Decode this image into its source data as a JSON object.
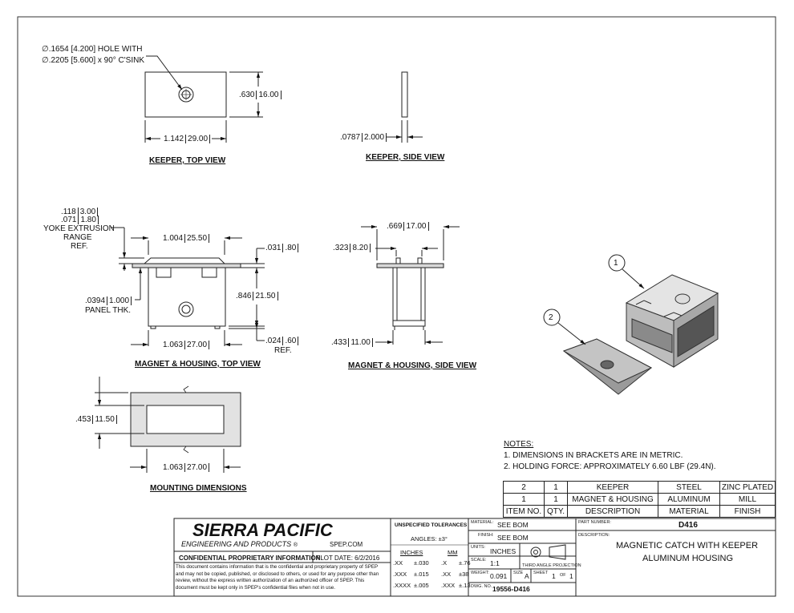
{
  "views": {
    "keeper_top": {
      "title": "KEEPER, TOP VIEW",
      "hole_note_1": "∅.1654 [4.200] HOLE WITH",
      "hole_note_2": "∅.2205 [5.600] x 90° C'SINK",
      "width_in": "1.142",
      "width_mm": "29.00",
      "height_in": ".630",
      "height_mm": "16.00"
    },
    "keeper_side": {
      "title": "KEEPER, SIDE VIEW",
      "thk_in": ".0787",
      "thk_mm": "2.000"
    },
    "housing_top": {
      "title": "MAGNET & HOUSING, TOP VIEW",
      "yoke_a_in": ".118",
      "yoke_a_mm": "3.00",
      "yoke_b_in": ".071",
      "yoke_b_mm": "1.80",
      "yoke_label_1": "YOKE EXTRUSION",
      "yoke_label_2": "RANGE",
      "yoke_label_3": "REF.",
      "top_in": "1.004",
      "top_mm": "25.50",
      "flange_in": ".031",
      "flange_mm": ".80",
      "panel_in": ".0394",
      "panel_mm": "1.000",
      "panel_label": "PANEL THK.",
      "height_in": ".846",
      "height_mm": "21.50",
      "bottom_in": ".024",
      "bottom_mm": ".60",
      "bottom_ref": "REF.",
      "width_in": "1.063",
      "width_mm": "27.00"
    },
    "housing_side": {
      "title": "MAGNET & HOUSING, SIDE VIEW",
      "top_in": ".669",
      "top_mm": "17.00",
      "inner_in": ".323",
      "inner_mm": "8.20",
      "height_in": ".433",
      "height_mm": "11.00"
    },
    "mounting": {
      "title": "MOUNTING DIMENSIONS",
      "height_in": ".453",
      "height_mm": "11.50",
      "width_in": "1.063",
      "width_mm": "27.00"
    },
    "iso": {
      "balloon_1": "1",
      "balloon_2": "2"
    }
  },
  "notes": {
    "title": "NOTES:",
    "items": [
      "1.   DIMENSIONS IN BRACKETS ARE IN METRIC.",
      "2.   HOLDING FORCE: APPROXIMATELY 6.60 LBF (29.4N)."
    ]
  },
  "bom": {
    "rows": [
      [
        "2",
        "1",
        "KEEPER",
        "STEEL",
        "ZINC PLATED"
      ],
      [
        "1",
        "1",
        "MAGNET & HOUSING",
        "ALUMINUM",
        "MILL"
      ]
    ],
    "header": [
      "ITEM NO.",
      "QTY.",
      "DESCRIPTION",
      "MATERIAL",
      "FINISH"
    ]
  },
  "title_block": {
    "company": "SIERRA PACIFIC",
    "company_sub": "ENGINEERING AND PRODUCTS",
    "registered": "®",
    "website": "SPEP.COM",
    "confidential": "CONFIDENTIAL PROPRIETARY INFORMATION",
    "plot_label": "PLOT DATE:",
    "plot_date": "6/2/2016",
    "disclaimer": "This document contains information that is the confidential and proprietary property of SPEP and may not be copied, published, or disclosed to others, or used for any purpose other than review, without the express written authorization of an authorized officer of SPEP. This document must be kept only in SPEP's confidential files when not in use.",
    "tol_title": "UNSPECIFIED TOLERANCES",
    "angles": "ANGLES: ±3°",
    "inches_label": "INCHES",
    "mm_label": "MM",
    "tol_rows": [
      [
        ".XX",
        "±.030",
        ".X",
        "±.76"
      ],
      [
        ".XXX",
        "±.015",
        ".XX",
        "±38"
      ],
      [
        ".XXXX",
        "±.005",
        ".XXX",
        "±.13"
      ]
    ],
    "material_label": "MATERIAL:",
    "material": "SEE BOM",
    "finish_label": "FINISH:",
    "finish": "SEE BOM",
    "units_label": "UNITS:",
    "units": "INCHES",
    "scale_label": "SCALE:",
    "scale": "1:1",
    "projection": "THIRD ANGLE PROJECTION",
    "weight_label": "WEIGHT:",
    "weight": "0.091",
    "size_label": "SIZE",
    "size": "A",
    "sheet_label": "SHEET",
    "sheet": "1",
    "of_label": "OF",
    "of": "1",
    "dwg_label": "DWG. NO.",
    "dwg_no": "19556-D416",
    "part_label": "PART NUMBER:",
    "part_no": "D416",
    "desc_label": "DESCRIPTION:",
    "desc_1": "MAGNETIC CATCH WITH KEEPER",
    "desc_2": "ALUMINUM HOUSING"
  }
}
